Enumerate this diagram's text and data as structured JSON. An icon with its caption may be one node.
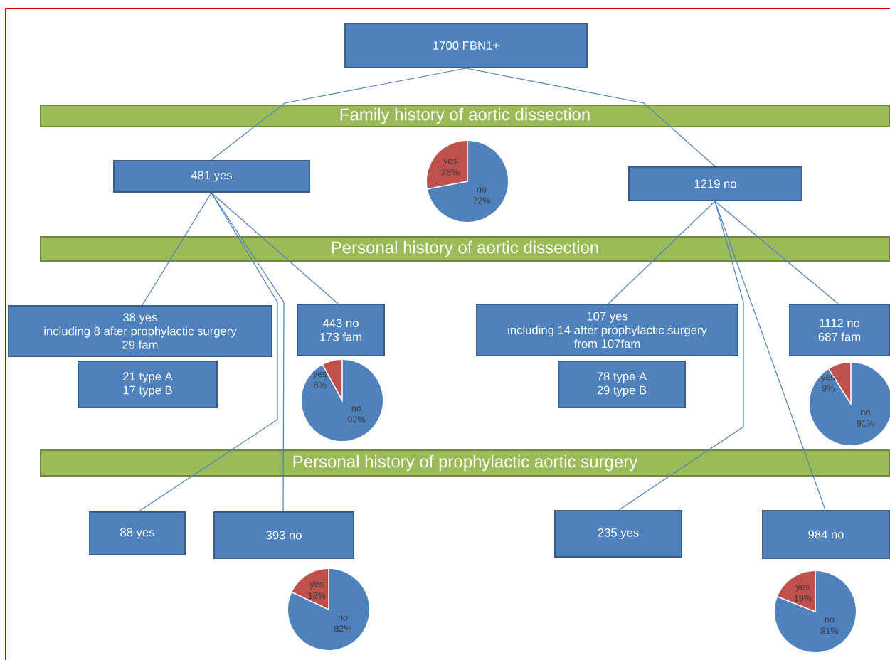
{
  "diagram": {
    "nodes": [
      {
        "text": [
          "1700 FBN1+"
        ]
      },
      {
        "text": [
          "Family history of aortic dissection"
        ]
      },
      {
        "text": [
          "481 yes"
        ]
      },
      {
        "text": [
          "1219 no"
        ]
      },
      {
        "text": [
          "Personal history of aortic dissection"
        ]
      },
      {
        "text": [
          "38 yes",
          "including 8 after prophylactic surgery",
          "29 fam"
        ]
      },
      {
        "text": [
          "443 no",
          "173 fam"
        ]
      },
      {
        "text": [
          "107 yes",
          "including 14 after prophylactic surgery",
          "from 107fam"
        ]
      },
      {
        "text": [
          "1112 no",
          "687 fam"
        ]
      },
      {
        "text": [
          "21 type A",
          "17 type B"
        ]
      },
      {
        "text": [
          "78 type A",
          "29 type B"
        ]
      },
      {
        "text": [
          "Personal history of prophylactic aortic surgery"
        ]
      },
      {
        "text": [
          "88 yes"
        ]
      },
      {
        "text": [
          "393 no"
        ]
      },
      {
        "text": [
          "235 yes"
        ]
      },
      {
        "text": [
          "984 no"
        ]
      }
    ],
    "edges": [
      {
        "from": 0,
        "to": 2,
        "arrow": "none"
      },
      {
        "from": 0,
        "to": 3,
        "arrow": "none"
      },
      {
        "from": 2,
        "to": 5,
        "arrow": "none"
      },
      {
        "from": 2,
        "to": 12,
        "arrow": "none"
      },
      {
        "from": 2,
        "to": 13,
        "arrow": "none"
      },
      {
        "from": 2,
        "to": 6,
        "arrow": "none"
      },
      {
        "from": 3,
        "to": 7,
        "arrow": "none"
      },
      {
        "from": 3,
        "to": 14,
        "arrow": "none"
      },
      {
        "from": 3,
        "to": 15,
        "arrow": "none"
      },
      {
        "from": 3,
        "to": 8,
        "arrow": "none"
      }
    ],
    "labels": [
      "yes 28%",
      "no 72%",
      "yes 8%",
      "no 92%",
      "yes 9%",
      "no 91%",
      "yes 18%",
      "no 82%",
      "yes 19%",
      "no 81%"
    ]
  }
}
